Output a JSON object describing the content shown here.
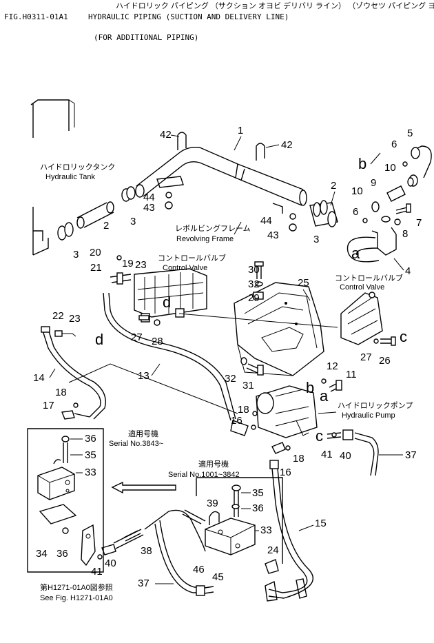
{
  "header": {
    "fig_label": "FIG.H0311-01A1",
    "title_jp": "ハイドロリック パイピング （サクション オヨビ デリバリ ライン） （ゾウセツ パイピング ヨウ）",
    "title_en": "HYDRAULIC PIPING (SUCTION AND DELIVERY LINE)",
    "subtitle": "(FOR ADDITIONAL PIPING)"
  },
  "labels": {
    "hydraulic_tank_jp": "ハイドロリックタンク",
    "hydraulic_tank_en": "Hydraulic Tank",
    "revolving_frame_jp": "レボルビングフレーム",
    "revolving_frame_en": "Revolving Frame",
    "control_valve_jp_1": "コントロールバルブ",
    "control_valve_en_1": "Control Valve",
    "control_valve_jp_2": "コントロールバルブ",
    "control_valve_en_2": "Control Valve",
    "hydraulic_pump_jp": "ハイドロリックポンプ",
    "hydraulic_pump_en": "Hydraulic Pump",
    "serial1_jp": "適用号機",
    "serial1_en": "Serial No.3843~",
    "serial2_jp": "適用号機",
    "serial2_en": "Serial No.1001~3842",
    "see_fig_jp": "第H1271-01A0図参照",
    "see_fig_en": "See Fig. H1271-01A0"
  },
  "connectors": {
    "a": "a",
    "b": "b",
    "c": "c",
    "d": "d"
  },
  "parts": {
    "p1": "1",
    "p2": "2",
    "p3": "3",
    "p4": "4",
    "p5": "5",
    "p6": "6",
    "p7": "7",
    "p8": "8",
    "p9": "9",
    "p10": "10",
    "p11": "11",
    "p12": "12",
    "p13": "13",
    "p14": "14",
    "p15": "15",
    "p16": "16",
    "p17": "17",
    "p18": "18",
    "p19": "19",
    "p20": "20",
    "p21": "21",
    "p22": "22",
    "p23": "23",
    "p24": "24",
    "p25": "25",
    "p26": "26",
    "p27": "27",
    "p28": "28",
    "p29": "29",
    "p30": "30",
    "p31": "31",
    "p32": "32",
    "p33": "33",
    "p34": "34",
    "p35": "35",
    "p36": "36",
    "p37": "37",
    "p38": "38",
    "p39": "39",
    "p40": "40",
    "p41": "41",
    "p42": "42",
    "p43": "43",
    "p44": "44",
    "p45": "45",
    "p46": "46"
  }
}
